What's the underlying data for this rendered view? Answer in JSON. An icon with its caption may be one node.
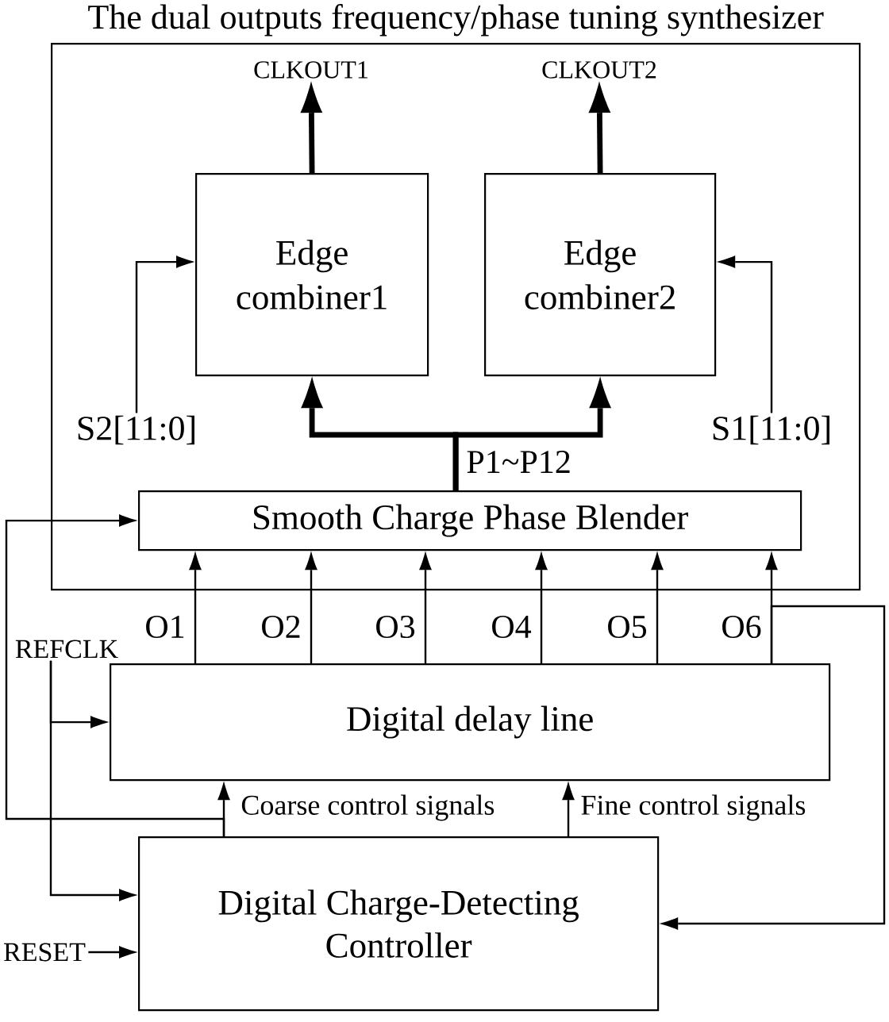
{
  "diagram": {
    "nodes": [
      {
        "text": [
          "The dual outputs frequency/phase tuning synthesizer"
        ]
      },
      {
        "text": [
          "CLKOUT1"
        ],
        "in": 0
      },
      {
        "text": [
          "CLKOUT2"
        ],
        "in": 0
      },
      {
        "text": [
          "Edge combiner1"
        ],
        "in": 0
      },
      {
        "text": [
          "Edge combiner2"
        ],
        "in": 0
      },
      {
        "text": [
          "S2[11:0]"
        ],
        "in": 0
      },
      {
        "text": [
          "S1[11:0]"
        ],
        "in": 0
      },
      {
        "text": [
          "Smooth Charge Phase Blender"
        ],
        "in": 0
      },
      {
        "text": [
          "REFCLK"
        ]
      },
      {
        "text": [
          "Digital delay line"
        ]
      },
      {
        "text": [
          "Digital Charge-Detecting Controller"
        ]
      },
      {
        "text": [
          "RESET"
        ]
      }
    ],
    "edges": [
      {
        "from": 3,
        "to": 1,
        "arrow": "to",
        "style": "thick"
      },
      {
        "from": 4,
        "to": 2,
        "arrow": "to",
        "style": "thick"
      },
      {
        "from": 5,
        "to": 3,
        "arrow": "to"
      },
      {
        "from": 6,
        "to": 4,
        "arrow": "to"
      },
      {
        "from": 7,
        "to": 3,
        "arrow": "to",
        "style": "thick",
        "label": "P1~P12"
      },
      {
        "from": 7,
        "to": 4,
        "arrow": "to",
        "style": "thick"
      },
      {
        "from": 9,
        "to": 7,
        "arrow": "to",
        "label": "O1"
      },
      {
        "from": 9,
        "to": 7,
        "arrow": "to",
        "label": "O2"
      },
      {
        "from": 9,
        "to": 7,
        "arrow": "to",
        "label": "O3"
      },
      {
        "from": 9,
        "to": 7,
        "arrow": "to",
        "label": "O4"
      },
      {
        "from": 9,
        "to": 7,
        "arrow": "to",
        "label": "O5"
      },
      {
        "from": 9,
        "to": 7,
        "arrow": "to",
        "label": "O6"
      },
      {
        "from": 10,
        "to": 9,
        "arrow": "to",
        "label": "Coarse control signals"
      },
      {
        "from": 10,
        "to": 9,
        "arrow": "to",
        "label": "Fine control signals"
      },
      {
        "from": 10,
        "to": 7,
        "arrow": "to"
      },
      {
        "from": 9,
        "to": 10,
        "arrow": "to"
      },
      {
        "from": 8,
        "to": 9,
        "arrow": "to"
      },
      {
        "from": 8,
        "to": 10,
        "arrow": "to"
      },
      {
        "from": 11,
        "to": 10,
        "arrow": "to"
      }
    ]
  }
}
